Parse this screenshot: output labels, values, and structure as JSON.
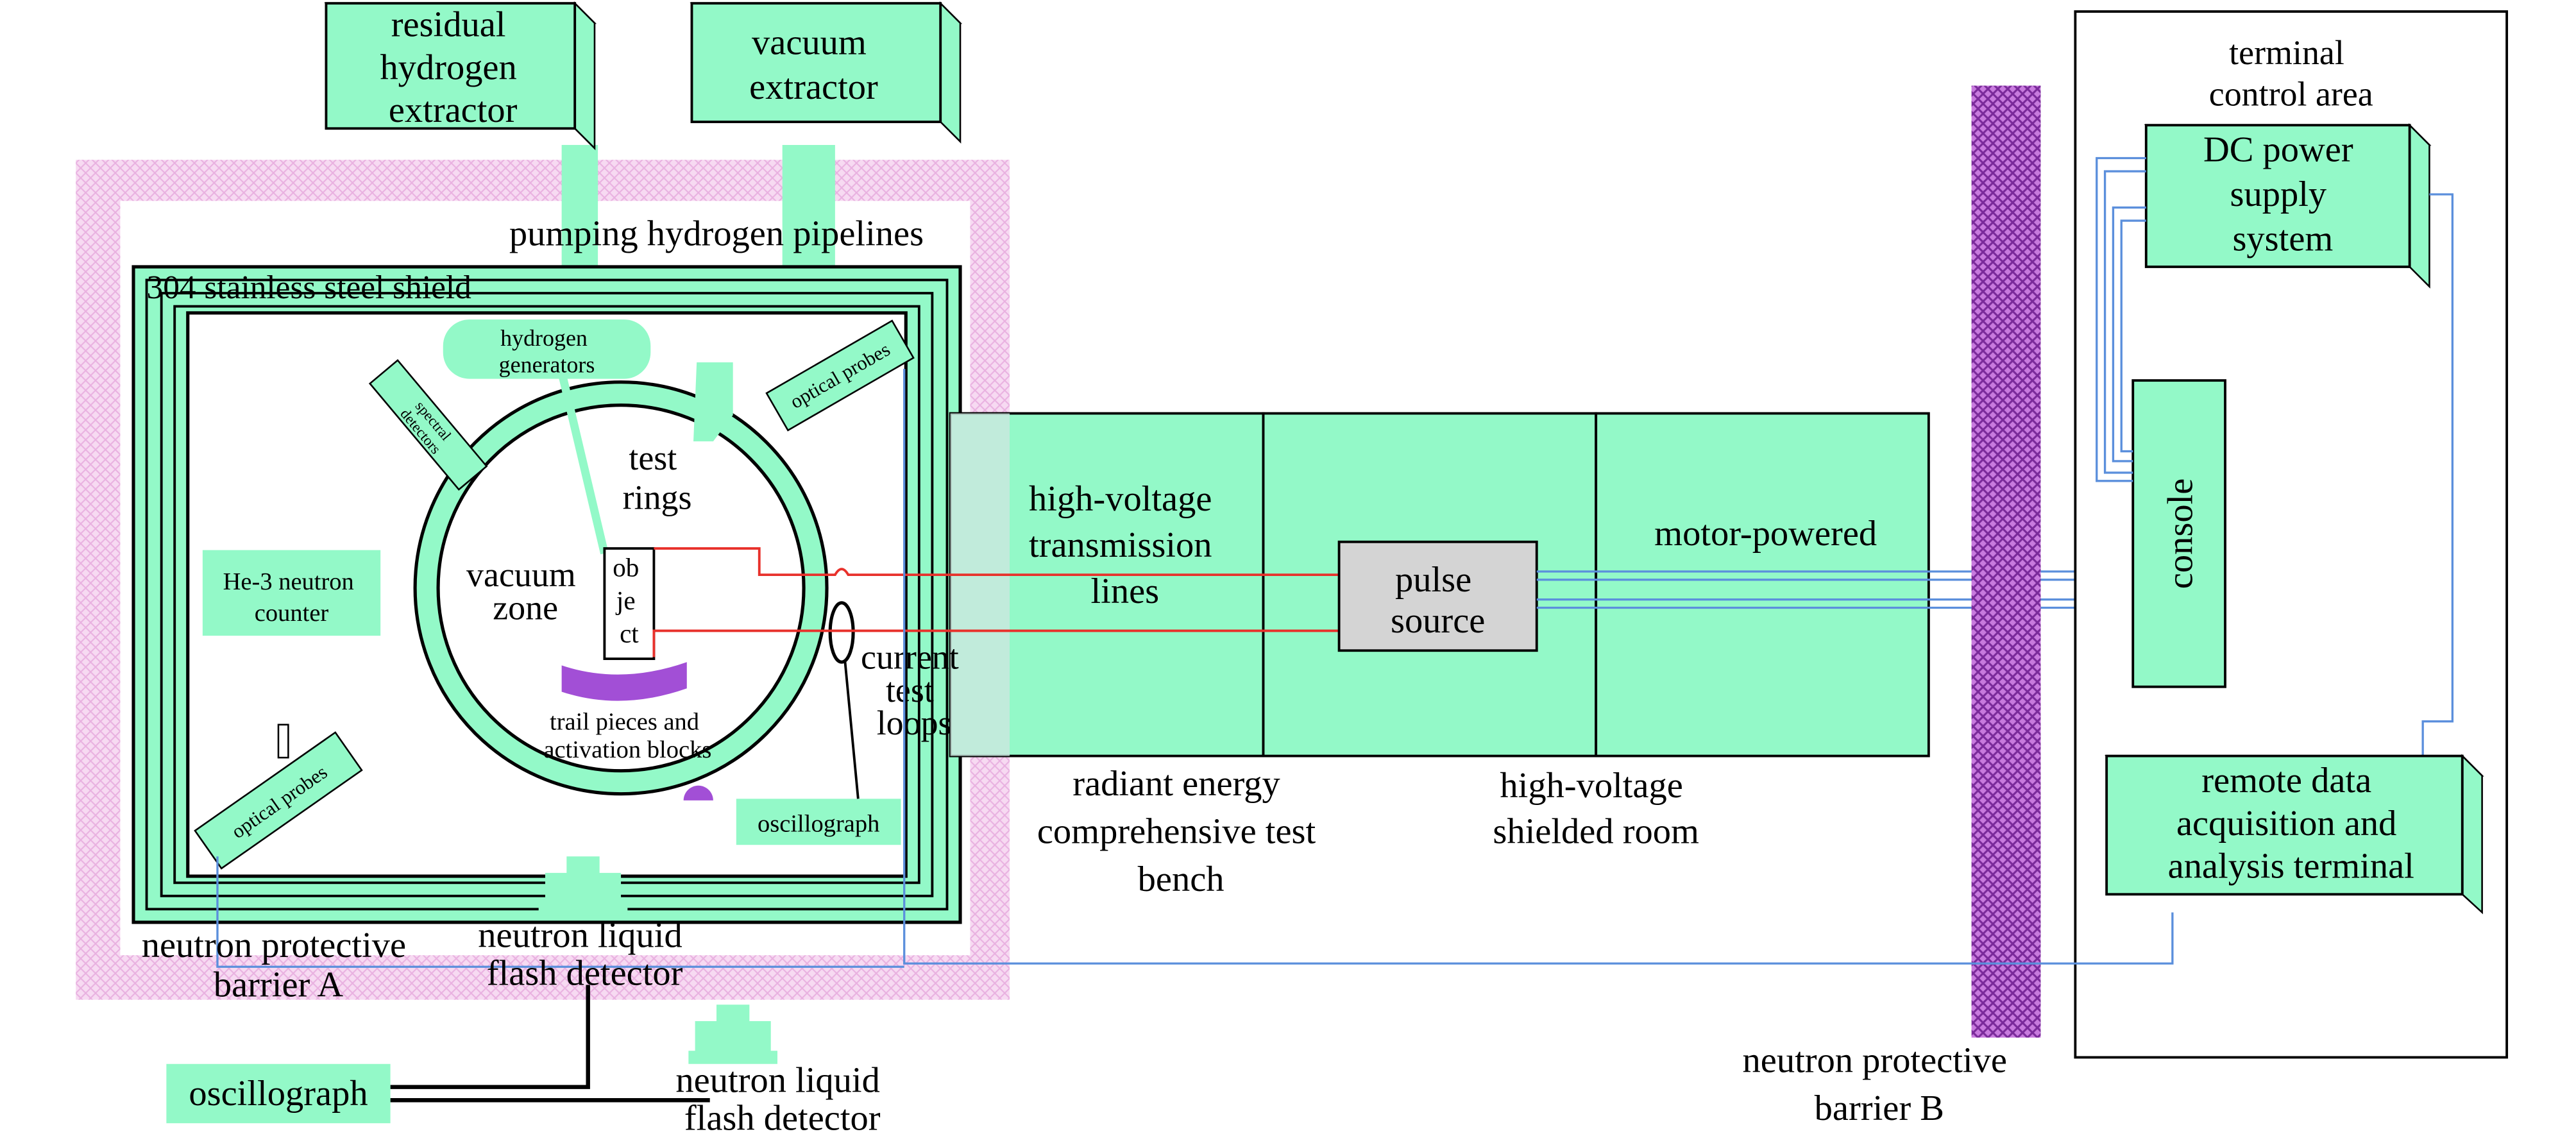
{
  "colors": {
    "mint": "#93f9c8",
    "mint_dark_face": "#6fdca8",
    "barrier_pink": "#f1c4ec",
    "barrier_b_purple": "#a855c8",
    "red_line": "#e8312b",
    "blue_line": "#5b8fdc",
    "pulse_gray": "#d4d4d4",
    "arc_purple": "#a24fd6"
  },
  "labels": {
    "residual_hydrogen_extractor": [
      "residual",
      "hydrogen",
      "extractor"
    ],
    "vacuum_extractor": [
      "vacuum",
      "extractor"
    ],
    "pumping_hydrogen_pipelines": "pumping hydrogen pipelines",
    "steel_shield": "304 stainless steel shield",
    "hydrogen_generators": [
      "hydrogen",
      "generators"
    ],
    "spectral_detectors": [
      "spectral",
      "detectors"
    ],
    "optical_probes_top": "optical probes",
    "optical_probes_bottom": "optical probes",
    "test_rings": [
      "test",
      "rings"
    ],
    "vacuum_zone": [
      "vacuum",
      "zone"
    ],
    "object": [
      "ob",
      "je",
      "ct"
    ],
    "trail_pieces": [
      "trail pieces and",
      "activation blocks"
    ],
    "current_test_loops": [
      "current",
      "test",
      "loops"
    ],
    "he3_counter": [
      "He-3 neutron",
      "counter"
    ],
    "oscillograph_inner": "oscillograph",
    "neutron_liquid_flash_detector_1": [
      "neutron liquid",
      "flash detector"
    ],
    "neutron_barrier_a": [
      "neutron protective",
      "barrier A"
    ],
    "oscillograph_outer": "oscillograph",
    "neutron_liquid_flash_detector_2": [
      "neutron liquid",
      "flash detector"
    ],
    "hv_transmission_lines": [
      "high-voltage",
      "transmission",
      "lines"
    ],
    "pulse_source": [
      "pulse",
      "source"
    ],
    "motor_powered": "motor-powered",
    "radiant_energy_bench": [
      "radiant energy",
      "comprehensive test",
      "bench"
    ],
    "hv_shielded_room": [
      "high-voltage",
      "shielded room"
    ],
    "neutron_barrier_b": [
      "neutron protective",
      "barrier B"
    ],
    "terminal_control_area": [
      "terminal",
      "control area"
    ],
    "dc_power_supply": [
      "DC power",
      "supply",
      "system"
    ],
    "console": "console",
    "remote_data_terminal": [
      "remote data",
      "acquisition and",
      "analysis terminal"
    ]
  }
}
